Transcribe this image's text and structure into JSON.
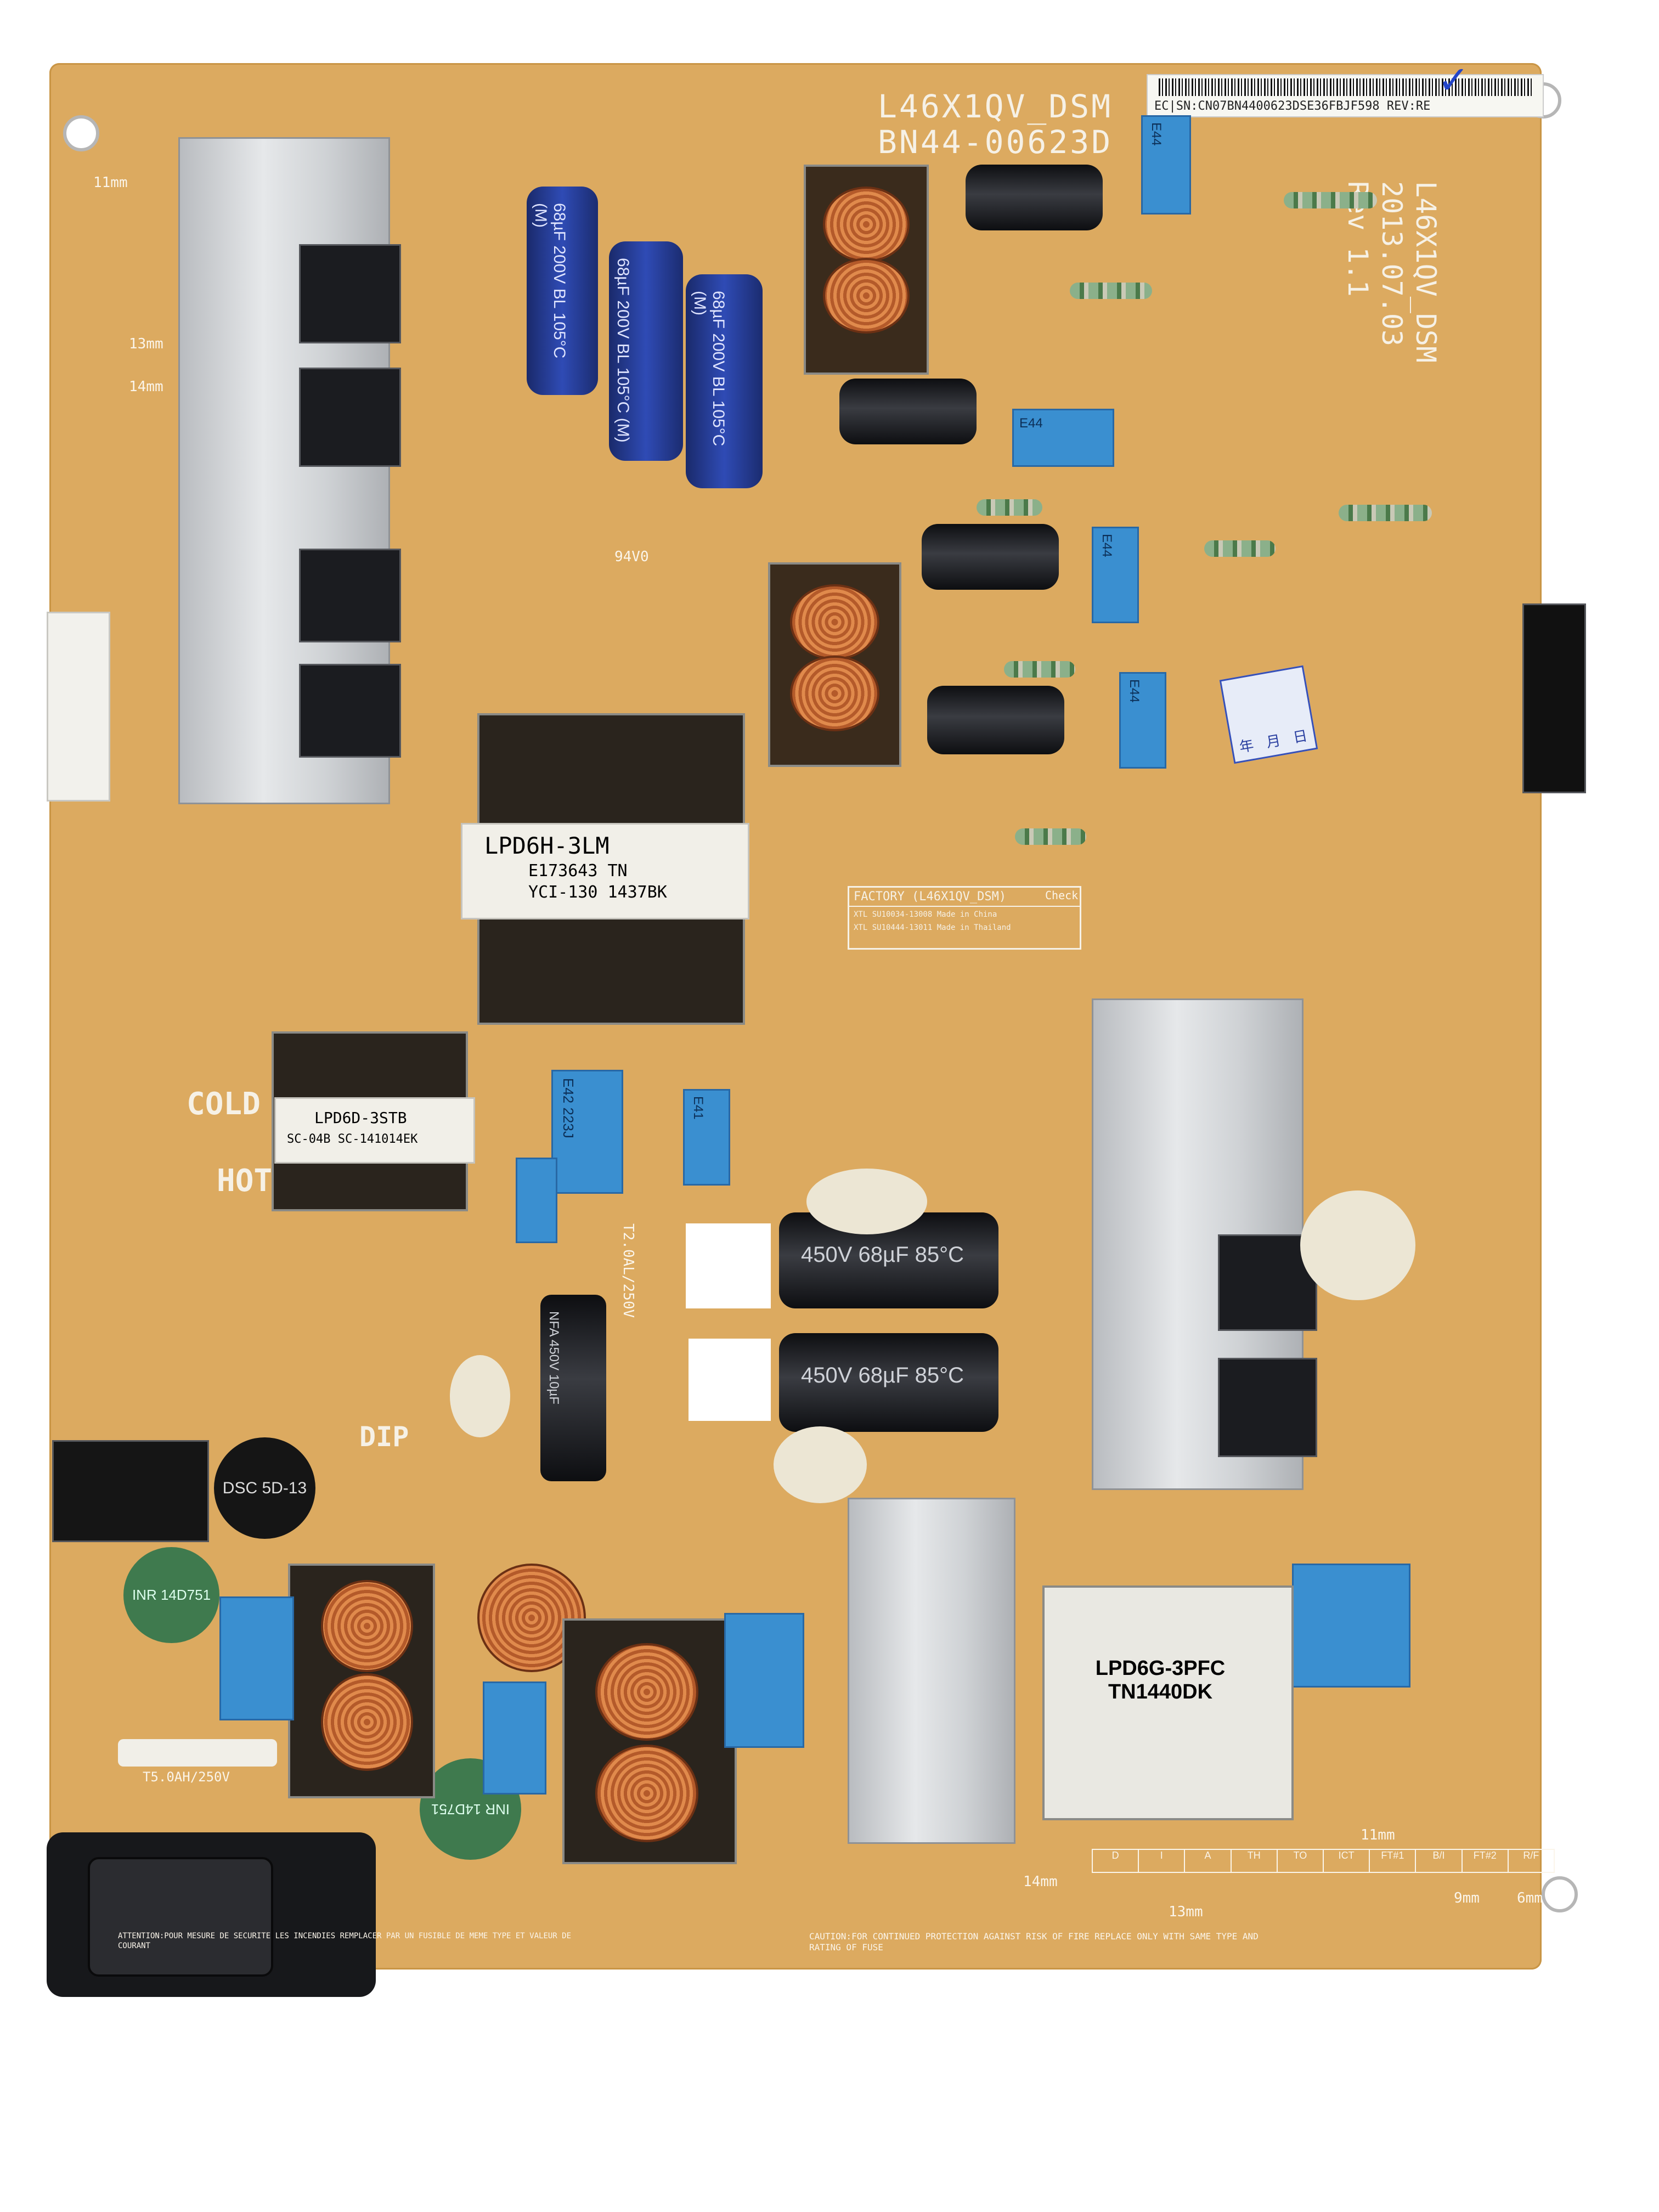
{
  "board": {
    "model": "L46X1QV_DSM",
    "part_number": "BN44-00623D",
    "date": "2013.07.03",
    "revision": "Rev 1.1",
    "sticker_serial": "EC|SN:CN07BN4400623DSE36FBJF598 REV:RE",
    "main_transformer": [
      "LPD6H-3LM",
      "E173643 TN",
      "YCI-130 1437BK"
    ],
    "standby_transformer": [
      "LPD6D-3STB",
      "SC-04B SC-141014EK"
    ],
    "pfc_coil": [
      "LPD6G-3PFC",
      "TN1440DK"
    ],
    "factory_box": {
      "title": "FACTORY (L46X1QV_DSM)",
      "check": "Check",
      "rows": [
        "XTL SU10034-13008 Made in China",
        "XTL SU10444-13011 Made in Thailand"
      ]
    },
    "cold_label": "COLD",
    "hot_label": "HOT",
    "dip_label": "DIP",
    "fuse_label": "T5.0AH/250V",
    "fp8035_label": "T2.0AL/250V",
    "ul_mark": "94V0",
    "stamp_year_month": [
      "年",
      "月",
      "日"
    ],
    "bottom_warning_left": "ATTENTION:POUR MESURE DE SECURITE LES INCENDIES REMPLACER PAR UN FUSIBLE DE MEME TYPE ET VALEUR DE COURANT",
    "bottom_warning_right": "CAUTION:FOR CONTINUED PROTECTION AGAINST RISK OF FIRE REPLACE ONLY WITH SAME TYPE AND RATING OF FUSE",
    "grid_headers": [
      "D",
      "I",
      "A",
      "TH",
      "TO",
      "ICT",
      "FT#1",
      "B/I",
      "FT#2",
      "R/F"
    ],
    "dims": [
      "11mm",
      "13mm",
      "14mm",
      "9mm",
      "6mm",
      "14mm",
      "13mm",
      "11mm"
    ],
    "caps_blue": [
      "68µF 200V BL 105°C (M)",
      "68µF 200V BL 105°C (M)",
      "68µF 200V BL 105°C (M)"
    ],
    "caps_black": [
      "450V 68µF 85°C",
      "450V 68µF 85°C"
    ],
    "nfa_cap": [
      "NFA 450V 10µF"
    ],
    "e44_labels": [
      "E44",
      "E44",
      "E44",
      "E44",
      "E42 223J",
      "E41"
    ],
    "relay_label": "DSC 5D-13",
    "inr_labels": [
      "INR 14D751",
      "INR 14D751"
    ],
    "checkmark": "✓"
  }
}
